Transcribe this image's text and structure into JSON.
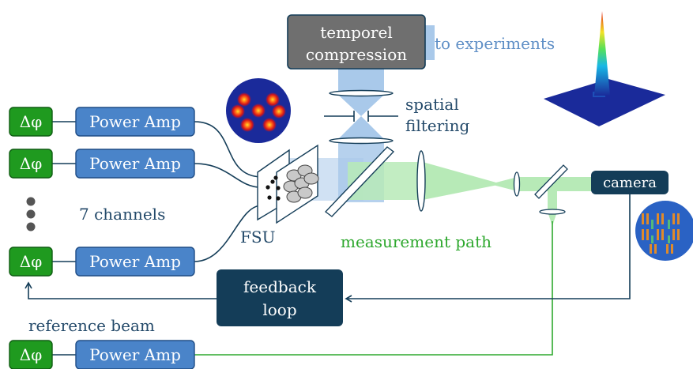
{
  "boxes": {
    "phase_label": "Δφ",
    "amp_label": "Power Amp",
    "compression": [
      "temporel",
      "compression"
    ],
    "feedback": [
      "feedback",
      "loop"
    ],
    "camera": "camera"
  },
  "labels": {
    "to_experiments": "to experiments",
    "spatial_filtering": [
      "spatial",
      "filtering"
    ],
    "channels": "7 channels",
    "fsu": "FSU",
    "measurement_path": "measurement path",
    "reference_beam": "reference beam"
  },
  "colors": {
    "phase_fill": "#1f9a1f",
    "amp_fill": "#4a84c9",
    "dark_box": "#143d58",
    "compression_fill": "#6f6f6f",
    "beam_blue": "#a9c9ea",
    "beam_green": "#b7eab7",
    "green_line": "#2ea82e",
    "text_blue": "#2e6fb0",
    "text_green": "#2ea82e",
    "text_dark": "#244a6a"
  }
}
